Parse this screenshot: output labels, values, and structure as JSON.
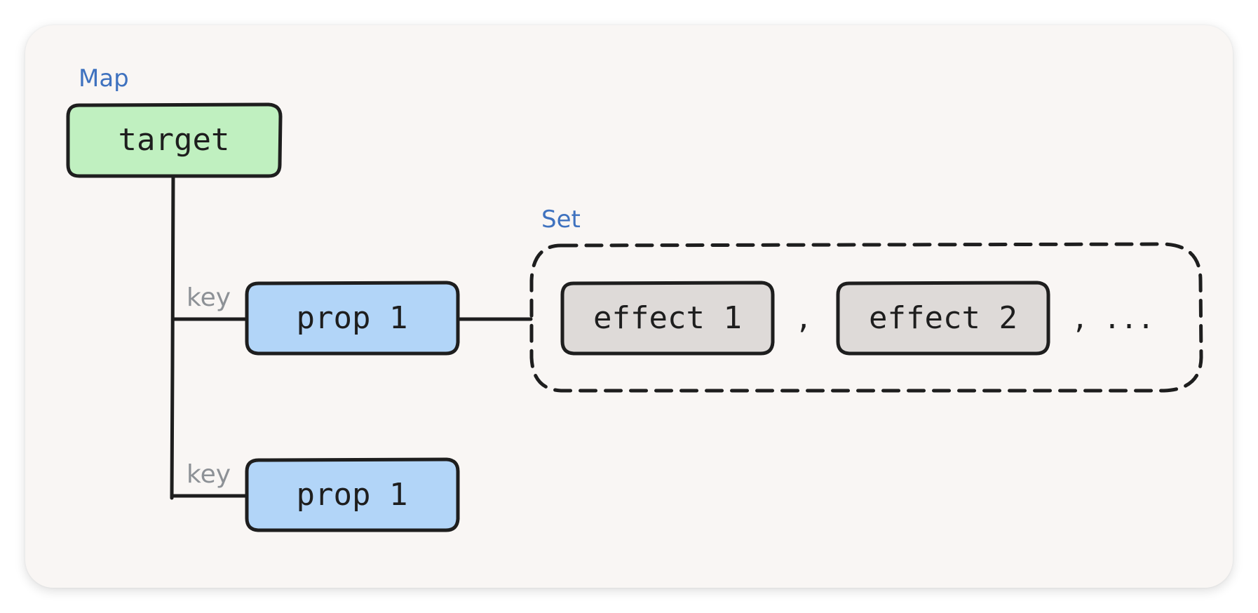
{
  "labels": {
    "map": "Map",
    "set": "Set",
    "key_1": "key",
    "key_2": "key"
  },
  "nodes": {
    "target": "target",
    "prop_1": "prop 1",
    "prop_2": "prop 1",
    "effect_1": "effect 1",
    "effect_2": "effect 2"
  },
  "separators": {
    "comma_1": ",",
    "comma_2": ",",
    "ellipsis": "..."
  },
  "colors": {
    "map_node": "#c0f0c0",
    "prop_node": "#b2d5f8",
    "effect_node": "#dedad8",
    "group_label": "#3f72bf",
    "key_label": "#8d9196",
    "stroke": "#1e1e1e",
    "card_background": "#f9f6f4"
  }
}
